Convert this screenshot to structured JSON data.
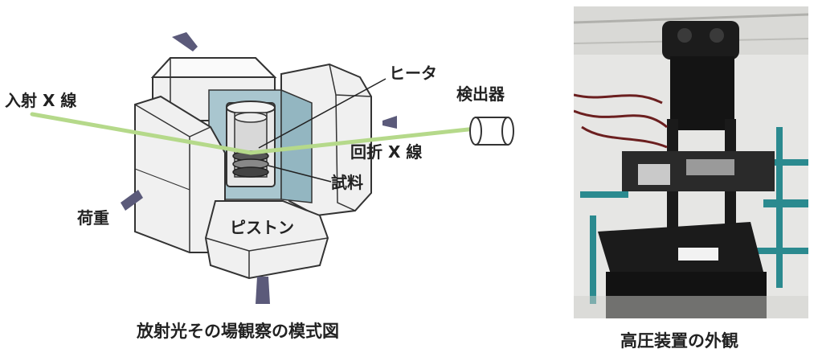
{
  "labels": {
    "incident_xray": "入射 X 線",
    "heater": "ヒータ",
    "detector": "検出器",
    "diffracted_xray": "回折 X 線",
    "sample": "試料",
    "load": "荷重",
    "piston": "ピストン"
  },
  "captions": {
    "schematic": "放射光その場観察の模式図",
    "photo": "高圧装置の外観"
  },
  "colors": {
    "beam": "#b5d98a",
    "arrow": "#5b5a7a",
    "anvil_fill": "#f0f0f0",
    "anvil_stroke": "#333333",
    "cell_fill": "#a9c6cf"
  }
}
